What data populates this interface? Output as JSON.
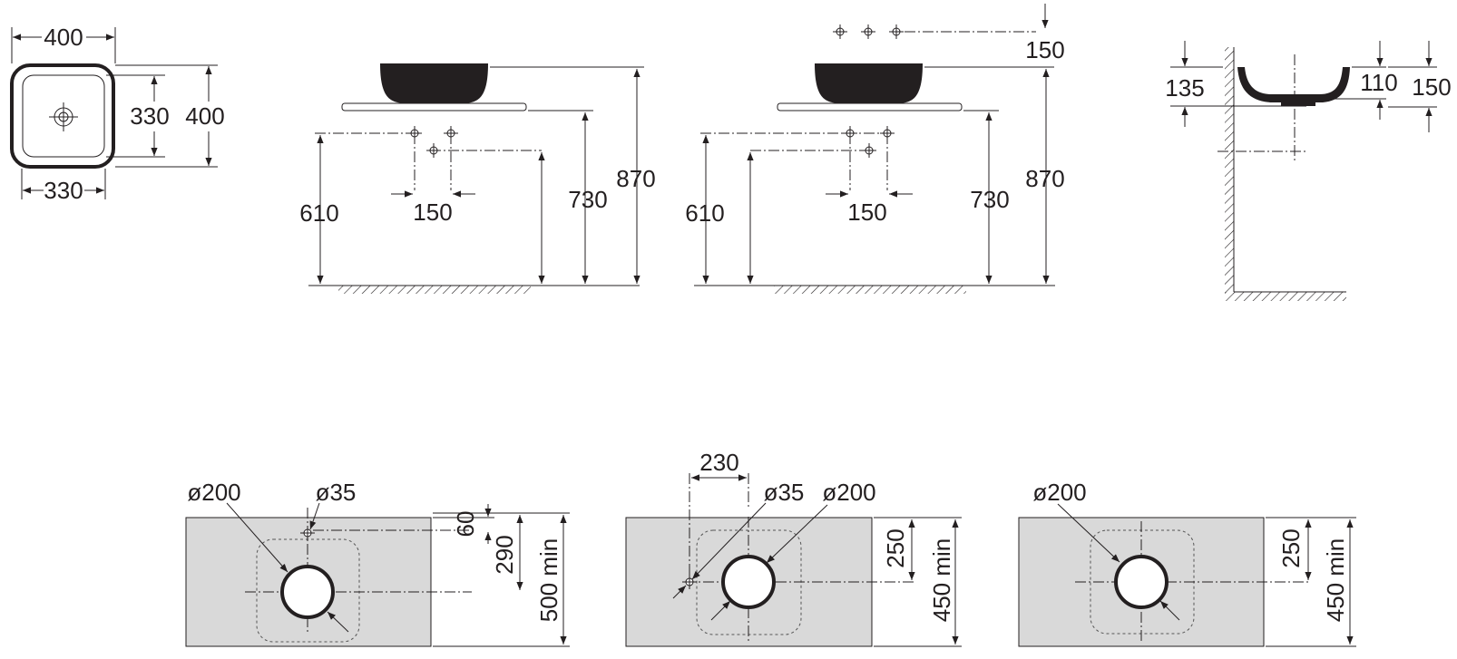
{
  "plan_view": {
    "outer_width": "400",
    "inner_width": "330",
    "inner_depth": "330",
    "outer_depth": "400"
  },
  "elevation_a": {
    "dim_tap_spacing": "150",
    "dim_610": "610",
    "dim_730": "730",
    "dim_870": "870"
  },
  "elevation_b": {
    "dim_wall_tap": "150",
    "dim_tap_spacing": "150",
    "dim_610": "610",
    "dim_730": "730",
    "dim_870": "870"
  },
  "section_view": {
    "dim_135": "135",
    "dim_110": "110",
    "dim_150": "150"
  },
  "cutout_a": {
    "dia_basin": "ø200",
    "dia_tap": "ø35",
    "dim_60": "60",
    "dim_290": "290",
    "dim_depth": "500 min"
  },
  "cutout_b": {
    "dim_230": "230",
    "dia_tap": "ø35",
    "dia_basin": "ø200",
    "dim_250": "250",
    "dim_depth": "450 min"
  },
  "cutout_c": {
    "dia_basin": "ø200",
    "dim_250": "250",
    "dim_depth": "450 min"
  }
}
